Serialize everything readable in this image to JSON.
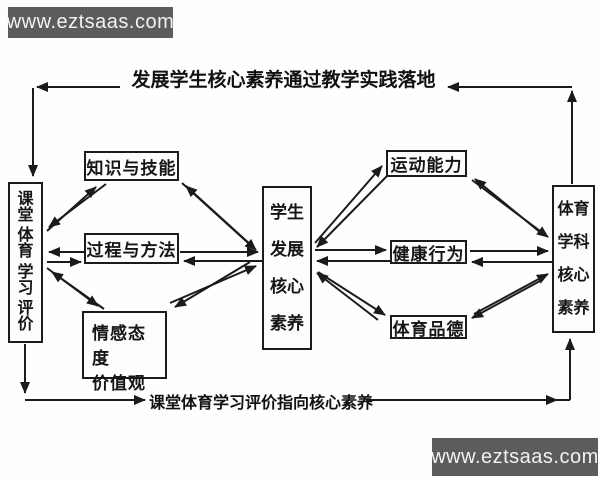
{
  "watermarks": {
    "top_left": "www.eztsaas.com",
    "bottom_right": "www.eztsaas.com"
  },
  "flows": {
    "top": "发展学生核心素养通过教学实践落地",
    "bottom": "课堂体育学习评价指向核心素养"
  },
  "nodes": {
    "classroom_evaluation": {
      "label": "课堂体育学习评价",
      "lines": [
        "课堂",
        "体育",
        "学习",
        "评价"
      ]
    },
    "knowledge_skills": {
      "label": "知识与技能"
    },
    "process_methods": {
      "label": "过程与方法"
    },
    "emotion_attitude_values": {
      "label": "情感态度价值观",
      "lines": [
        "情感态度",
        "价值观"
      ]
    },
    "student_core_literacy": {
      "label": "学生发展核心素养",
      "lines": [
        "学生",
        "发展",
        "核心",
        "素养"
      ]
    },
    "sport_ability": {
      "label": "运动能力"
    },
    "health_behavior": {
      "label": "健康行为"
    },
    "sport_morality": {
      "label": "体育品德"
    },
    "pe_subject_core_literacy": {
      "label": "体育学科核心素养",
      "lines": [
        "体育",
        "学科",
        "核心",
        "素养"
      ]
    }
  },
  "colors": {
    "line": "#1b1b1b",
    "box_border": "#1b1b1b",
    "watermark_bg": "#5c5c5c",
    "watermark_fg": "#f2f2f2",
    "background": "#ffffff"
  }
}
